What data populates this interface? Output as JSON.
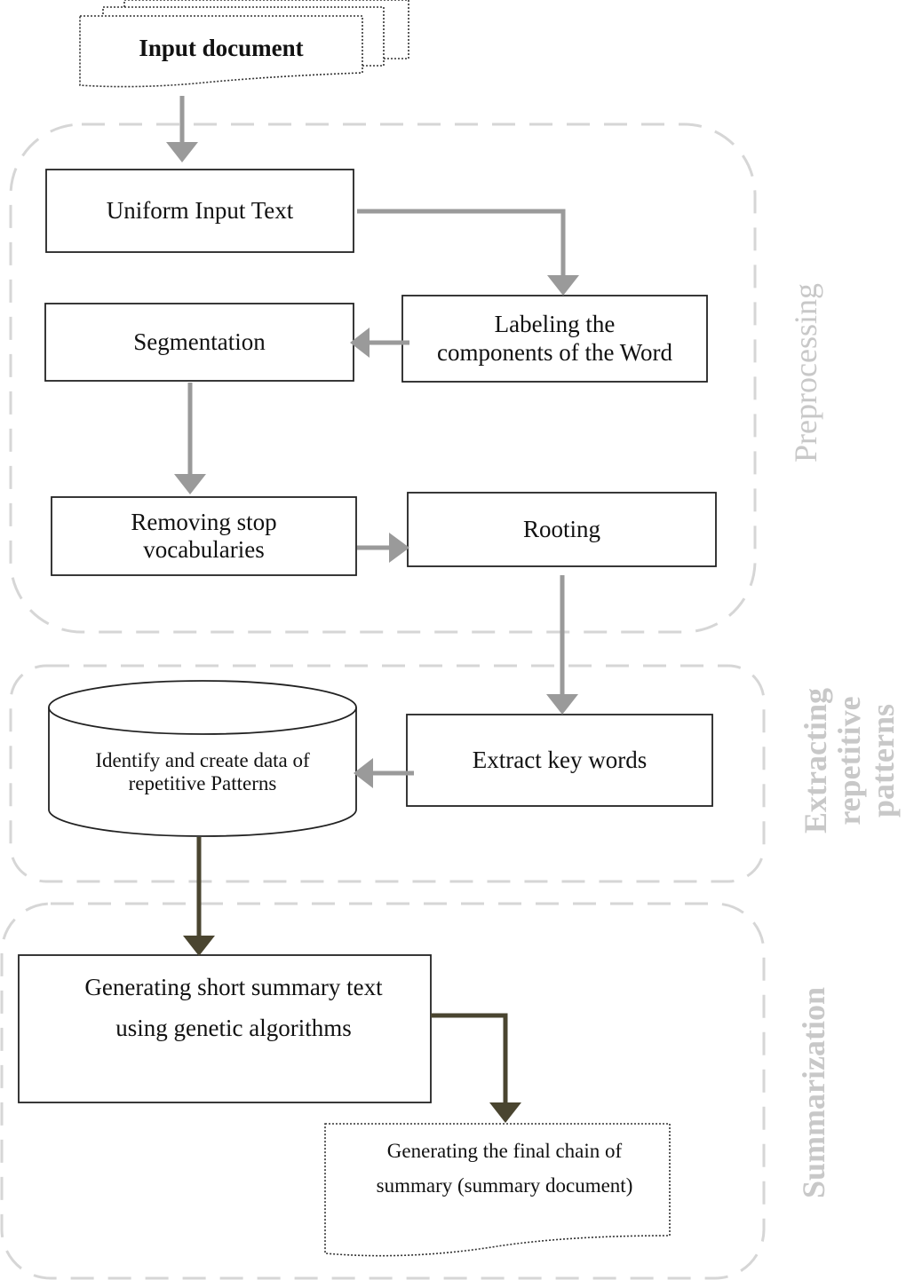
{
  "nodes": {
    "input_document": "Input document",
    "uniform_input_text": "Uniform Input Text",
    "labeling": "Labeling the\ncomponents of the Word",
    "segmentation": "Segmentation",
    "removing_stop": "Removing stop\nvocabularies",
    "rooting": "Rooting",
    "extract_key_words": "Extract key words",
    "identify_patterns": "Identify and create data of\nrepetitive Patterns",
    "generating_summary": "Generating short summary text\nusing genetic algorithms",
    "final_chain": "Generating the final chain of\nsummary (summary document)"
  },
  "stages": {
    "preprocessing": "Preprocessing",
    "extracting": "Extracting\nrepetitive\npatterns",
    "summarization": "Summarization"
  },
  "colors": {
    "gray_arrow": "#9a9a9a",
    "dark_arrow": "#4a4530",
    "dashed_border": "#d6d6d6",
    "stage_label": "#c8c8c8"
  }
}
